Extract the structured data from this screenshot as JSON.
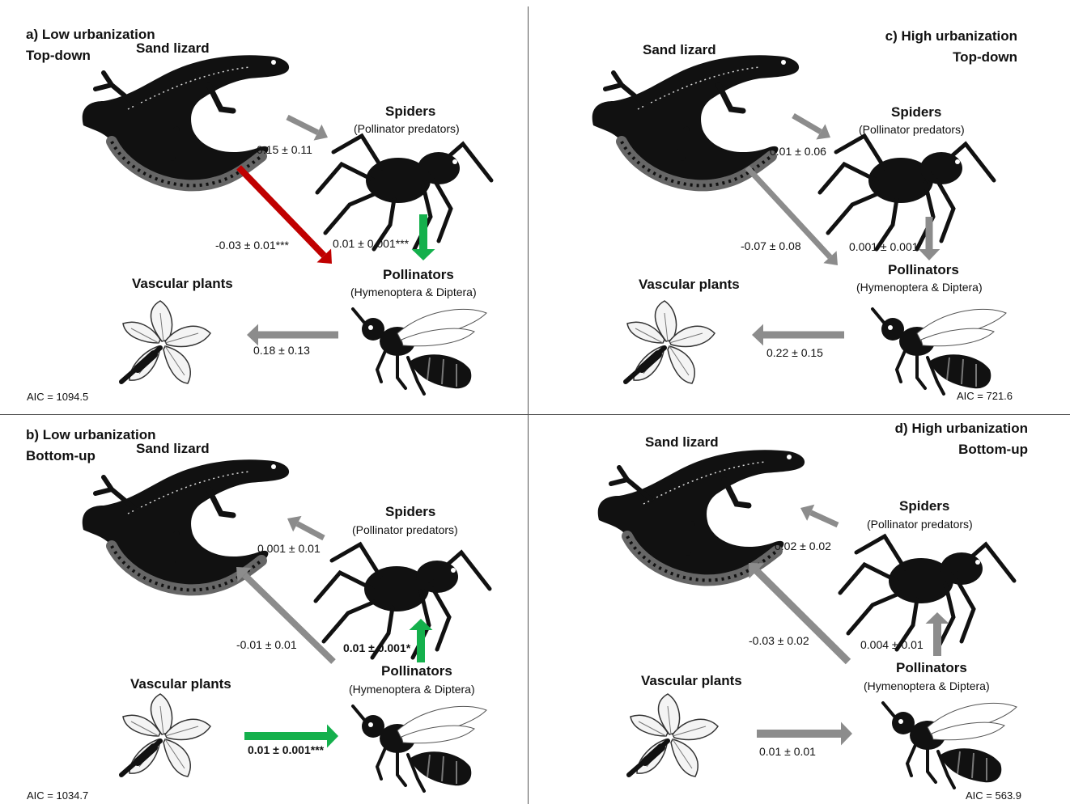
{
  "colors": {
    "neutral": "#8c8c8c",
    "negative": "#c00000",
    "positive": "#14b04c"
  },
  "labels": {
    "lizard": "Sand lizard",
    "spiders": "Spiders",
    "spiders_sub": "(Pollinator predators)",
    "pollinators": "Pollinators",
    "pollinators_sub": "(Hymenoptera & Diptera)",
    "plants": "Vascular plants"
  },
  "panels": {
    "a": {
      "title1": "a) Low urbanization",
      "title2": "Top-down",
      "aic": "AIC = 1094.5",
      "e1": "0.15 ± 0.11",
      "e2": "-0.03 ± 0.01***",
      "e3": "0.01 ± 0.001***",
      "e4": "0.18 ± 0.13"
    },
    "b": {
      "title1": "b) Low urbanization",
      "title2": "Bottom-up",
      "aic": "AIC = 1034.7",
      "e1": "0.001 ± 0.01",
      "e2": "-0.01 ± 0.01",
      "e3": "0.01 ± 0.001*",
      "e4": "0.01 ± 0.001***"
    },
    "c": {
      "title1": "c) High urbanization",
      "title2": "Top-down",
      "aic": "AIC = 721.6",
      "e1": "0.01 ± 0.06",
      "e2": "-0.07 ± 0.08",
      "e3": "0.001 ± 0.001",
      "e4": "0.22 ± 0.15"
    },
    "d": {
      "title1": "d) High urbanization",
      "title2": "Bottom-up",
      "aic": "AIC = 563.9",
      "e1": "0.02 ± 0.02",
      "e2": "-0.03 ± 0.02",
      "e3": "0.004 ± 0.01",
      "e4": "0.01 ± 0.01"
    }
  },
  "icons": [
    "lizard-icon",
    "spider-icon",
    "bee-icon",
    "flower-icon"
  ]
}
